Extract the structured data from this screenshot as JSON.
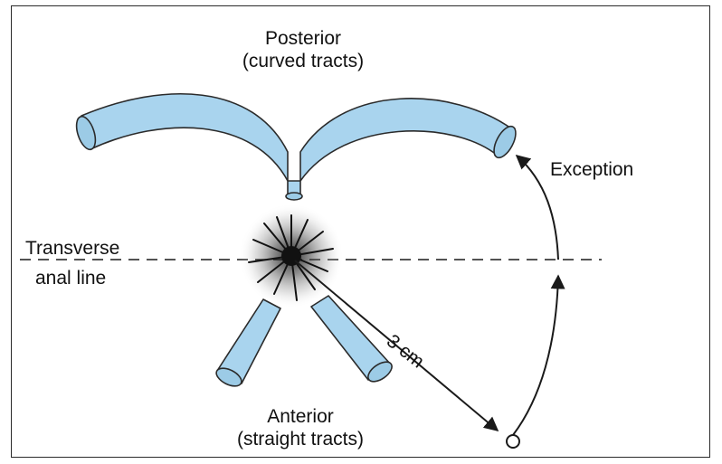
{
  "labels": {
    "posterior_line1": "Posterior",
    "posterior_line2": "(curved tracts)",
    "anterior_line1": "Anterior",
    "anterior_line2": "(straight tracts)",
    "transverse_line1": "Transverse",
    "transverse_line2": "anal line",
    "exception": "Exception",
    "distance": "3 cm"
  },
  "colors": {
    "tract_fill": "#a9d4ee",
    "tract_stroke": "#2b2b2b",
    "line": "#1a1a1a",
    "anus_center": "#111111"
  }
}
